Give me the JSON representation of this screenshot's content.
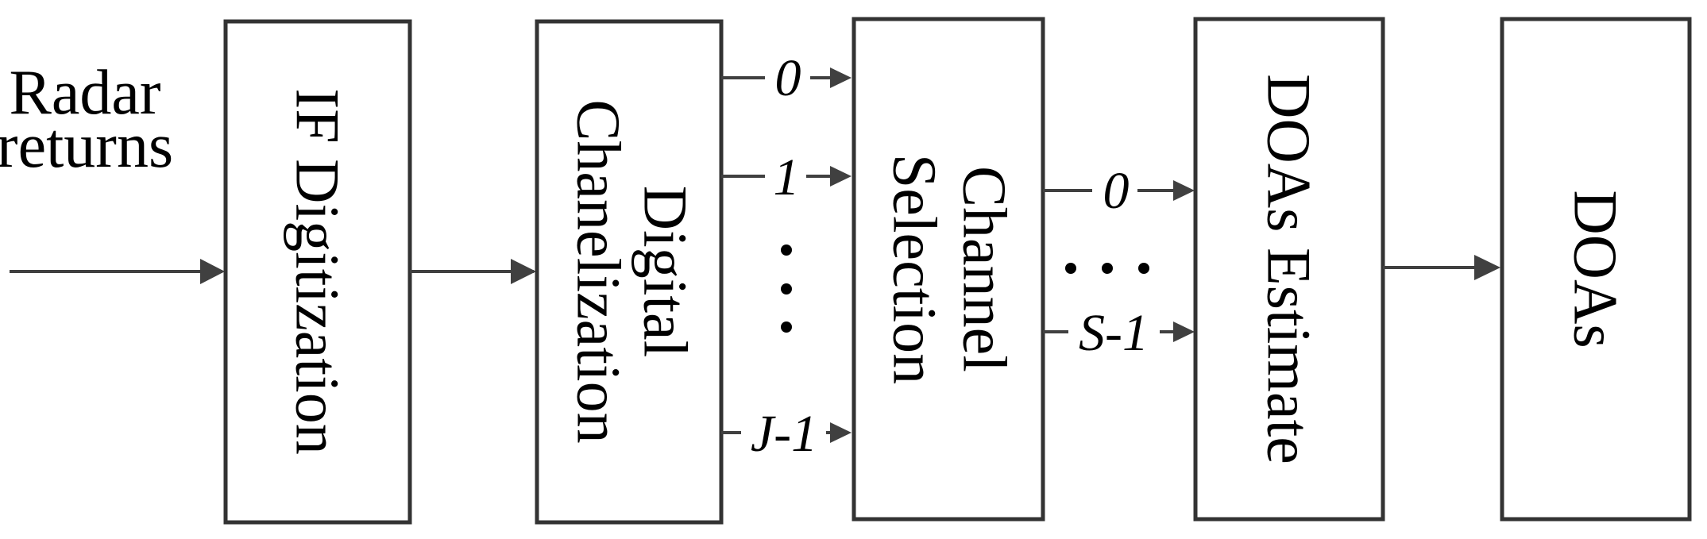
{
  "input": {
    "line1": "Radar",
    "line2": "returns"
  },
  "blocks": {
    "if_digitization": "IF Digitization",
    "digital_chanelization": {
      "line1": "Digital",
      "line2": "Chanelization"
    },
    "channel_selection": {
      "line1": "Channel",
      "line2": "Selection"
    },
    "doas_estimate": "DOAs Estimate",
    "doas": "DOAs"
  },
  "channel_outputs": {
    "first": "0",
    "second": "1",
    "last": "J-1"
  },
  "selected_outputs": {
    "first": "0",
    "last": "S-1"
  },
  "colors": {
    "stroke": "#333333",
    "text": "#000000",
    "background": "#ffffff"
  }
}
